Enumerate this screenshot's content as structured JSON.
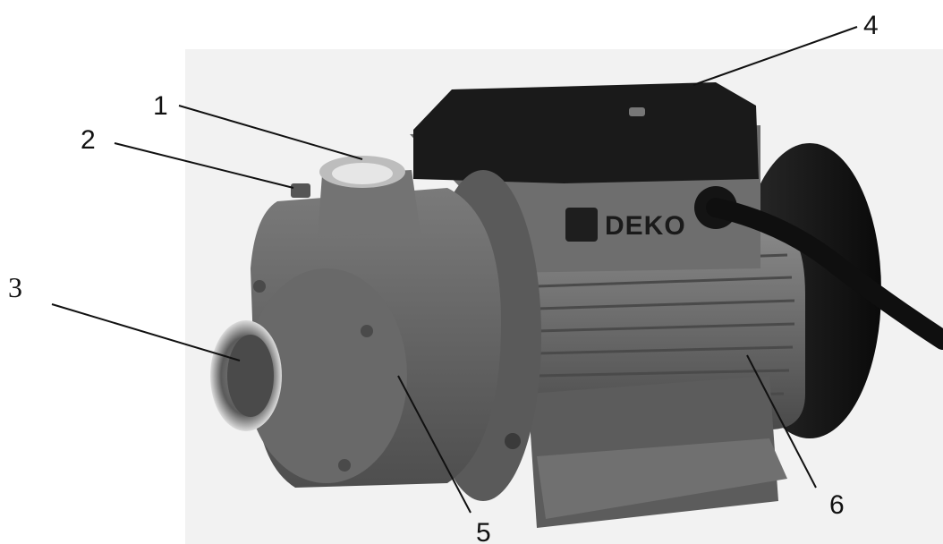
{
  "callouts": [
    {
      "id": "1",
      "label": "1"
    },
    {
      "id": "2",
      "label": "2"
    },
    {
      "id": "3",
      "label": "3"
    },
    {
      "id": "4",
      "label": "4"
    },
    {
      "id": "5",
      "label": "5"
    },
    {
      "id": "6",
      "label": "6"
    }
  ],
  "brand": {
    "name": "DEKO"
  },
  "colors": {
    "background": "#ffffff",
    "photo_backdrop": "#f2f2f2",
    "pump_body": "#6b6b6b",
    "pump_dark": "#3a3a3a",
    "terminal_box_top": "#1a1a1a",
    "motor_cover": "#151515",
    "cable": "#0f0f0f"
  }
}
